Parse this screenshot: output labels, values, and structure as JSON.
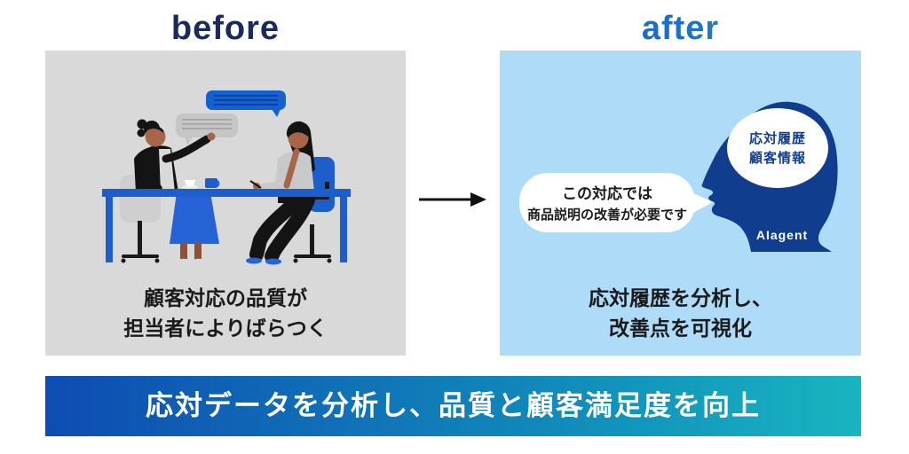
{
  "header": {
    "before_label": "before",
    "after_label": "after"
  },
  "before_panel": {
    "caption": {
      "line1": "顧客対応の品質が",
      "line2": "担当者によりばらつく"
    }
  },
  "after_panel": {
    "speech_bubble": {
      "line1": "この対応では",
      "line2": "商品説明の改善が必要です"
    },
    "head": {
      "brain_line1": "応対履歴",
      "brain_line2": "顧客情報",
      "label": "AIagent"
    },
    "caption": {
      "line1": "応対履歴を分析し、",
      "line2": "改善点を可視化"
    }
  },
  "banner": {
    "text": "応対データを分析し、品質と顧客満足度を向上"
  },
  "colors": {
    "title_navy": "#1b2a5c",
    "after_gradient_start": "#2553be",
    "after_gradient_end": "#3cb9d9",
    "panel_gray": "#d9d9d9",
    "panel_light_blue": "#aedbf7",
    "head_blue": "#113d8e",
    "desk_blue": "#1d5ecd",
    "bubble_blue": "#1461d2",
    "bubble_gray": "#c6c6c6",
    "skirt_blue": "#2563d6",
    "banner_gradient_start": "#0e4cb2",
    "banner_gradient_end": "#19b5c1",
    "text_black": "#1a1a1a",
    "text_white": "#ffffff"
  }
}
